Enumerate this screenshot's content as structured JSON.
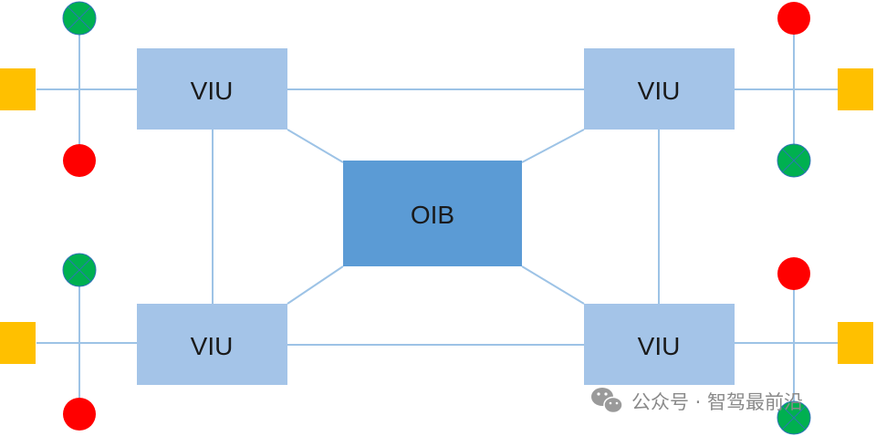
{
  "nodes": {
    "viu_top_left": "VIU",
    "viu_top_right": "VIU",
    "viu_bottom_left": "VIU",
    "viu_bottom_right": "VIU",
    "oib": "OIB"
  },
  "colors": {
    "viu_fill": "#a4c4e8",
    "oib_fill": "#5b9bd5",
    "line": "#9dc3e6",
    "sensor_red": "#ff0000",
    "sensor_green": "#00b050",
    "actuator_yellow": "#ffc000"
  },
  "watermark": {
    "text": "公众号 · 智驾最前沿",
    "icon": "wechat-icon"
  }
}
